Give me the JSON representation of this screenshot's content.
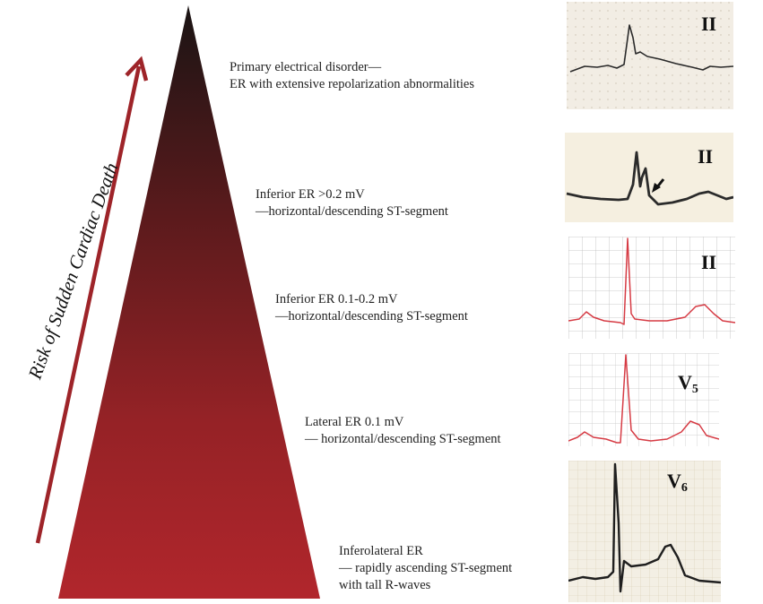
{
  "pyramid": {
    "colors": {
      "top": "#1a1414",
      "bottom": "#b1262c"
    }
  },
  "risk_axis": {
    "label": "Risk of Sudden Cardiac Death",
    "color": "#9e2429"
  },
  "tiers": [
    {
      "line1": "Primary electrical disorder—",
      "line2": "ER with extensive repolarization abnormalities"
    },
    {
      "line1": "Inferior ER >0.2 mV",
      "line2": "—horizontal/descending ST-segment"
    },
    {
      "line1": "Inferior ER 0.1-0.2 mV",
      "line2": "—horizontal/descending ST-segment"
    },
    {
      "line1": "Lateral ER 0.1 mV",
      "line2": "— horizontal/descending ST-segment"
    },
    {
      "line1": "Inferolateral ER",
      "line2": "— rapidly ascending ST-segment",
      "line3": "with tall R-waves"
    }
  ],
  "ecg_panels": [
    {
      "lead": "II",
      "style": "paper"
    },
    {
      "lead": "II",
      "style": "paper"
    },
    {
      "lead": "II",
      "style": "grid"
    },
    {
      "lead": "V",
      "sub": "5",
      "style": "grid"
    },
    {
      "lead": "V",
      "sub": "6",
      "style": "paper"
    }
  ]
}
